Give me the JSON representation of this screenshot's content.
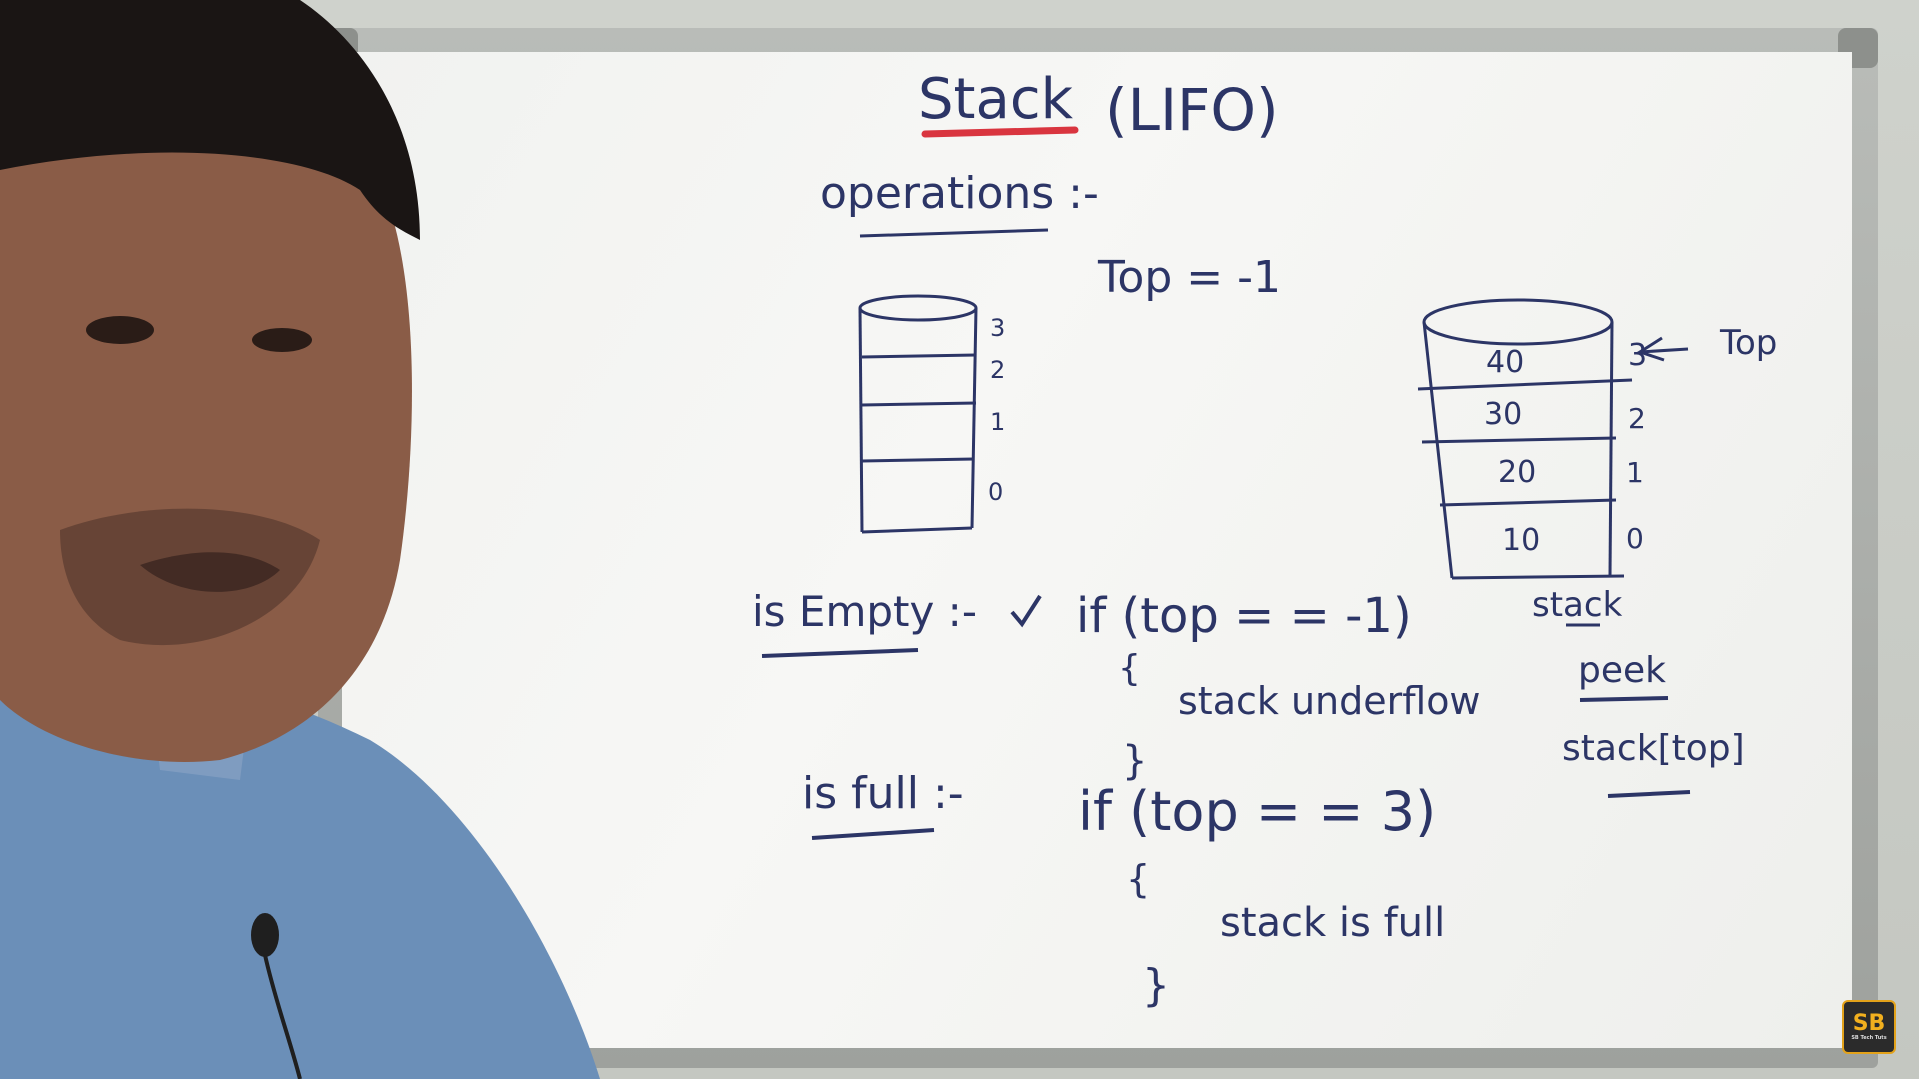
{
  "board": {
    "title": "Stack",
    "title_suffix": "(LIFO)",
    "operations_heading": "operations :-",
    "top_init": "Top = -1",
    "empty_stack": {
      "indices": [
        "3",
        "2",
        "1",
        "0"
      ]
    },
    "filled_stack": {
      "values": [
        "40",
        "30",
        "20",
        "10"
      ],
      "indices": [
        "3",
        "2",
        "1",
        "0"
      ],
      "top_pointer": "Top",
      "caption": "stack"
    },
    "is_empty": {
      "label": "is Empty :-",
      "condition": "if (top = = -1)",
      "open_brace": "{",
      "body": "stack underflow",
      "close_brace": "}"
    },
    "is_full": {
      "label": "is full :-",
      "condition": "if (top = = 3)",
      "open_brace": "{",
      "body": "stack is full",
      "close_brace": "}"
    },
    "peek": {
      "label": "peek",
      "expr": "stack[top]"
    }
  },
  "logo": {
    "text": "SB",
    "subtext": "SB Tech Tuts"
  },
  "colors": {
    "marker_blue": "#2c3566",
    "underline_red": "#d9353f",
    "board": "#f3f4f2",
    "shirt": "#6b8fb8"
  }
}
